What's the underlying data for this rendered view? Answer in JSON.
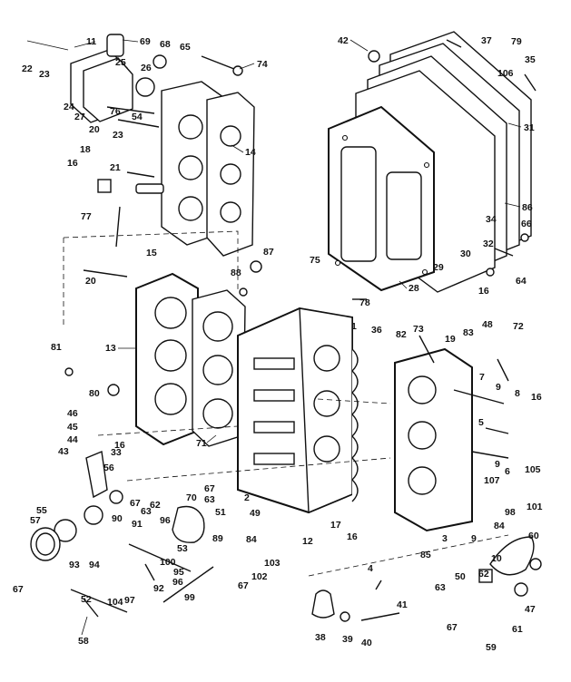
{
  "diagram": {
    "callouts": {
      "c1": "1",
      "c2": "2",
      "c3": "3",
      "c4": "4",
      "c5": "5",
      "c6": "6",
      "c7": "7",
      "c8": "8",
      "c9a": "9",
      "c9b": "9",
      "c9c": "9",
      "c10": "10",
      "c11": "11",
      "c12": "12",
      "c13": "13",
      "c14": "14",
      "c15": "15",
      "c16a": "16",
      "c16b": "16",
      "c16c": "16",
      "c16d": "16",
      "c16e": "16",
      "c17": "17",
      "c18": "18",
      "c19": "19",
      "c20a": "20",
      "c20b": "20",
      "c21": "21",
      "c22": "22",
      "c23a": "23",
      "c23b": "23",
      "c24": "24",
      "c25": "25",
      "c26": "26",
      "c27": "27",
      "c28": "28",
      "c29": "29",
      "c30": "30",
      "c31": "31",
      "c32": "32",
      "c33": "33",
      "c34": "34",
      "c35": "35",
      "c36": "36",
      "c37": "37",
      "c38": "38",
      "c39": "39",
      "c40": "40",
      "c41": "41",
      "c42": "42",
      "c43": "43",
      "c44": "44",
      "c45": "45",
      "c46": "46",
      "c47": "47",
      "c48": "48",
      "c49": "49",
      "c50": "50",
      "c51": "51",
      "c52": "52",
      "c53": "53",
      "c54": "54",
      "c55": "55",
      "c56": "56",
      "c57": "57",
      "c58": "58",
      "c59": "59",
      "c60": "60",
      "c61": "61",
      "c62a": "62",
      "c62b": "62",
      "c63a": "63",
      "c63b": "63",
      "c63c": "63",
      "c64": "64",
      "c65": "65",
      "c66": "66",
      "c67a": "67",
      "c67b": "67",
      "c67c": "67",
      "c67d": "67",
      "c67e": "67",
      "c68": "68",
      "c69": "69",
      "c70": "70",
      "c71": "71",
      "c72": "72",
      "c73": "73",
      "c74": "74",
      "c75": "75",
      "c76": "76",
      "c77": "77",
      "c78": "78",
      "c79": "79",
      "c80": "80",
      "c81": "81",
      "c82": "82",
      "c83": "83",
      "c84a": "84",
      "c84b": "84",
      "c85": "85",
      "c86": "86",
      "c87": "87",
      "c88": "88",
      "c89": "89",
      "c90": "90",
      "c91": "91",
      "c92": "92",
      "c93": "93",
      "c94": "94",
      "c95": "95",
      "c96": "96",
      "c97": "97",
      "c98": "98",
      "c99": "99",
      "c100": "100",
      "c101": "101",
      "c102": "102",
      "c103": "103",
      "c104": "104",
      "c105": "105",
      "c106": "106",
      "c107": "107"
    }
  }
}
